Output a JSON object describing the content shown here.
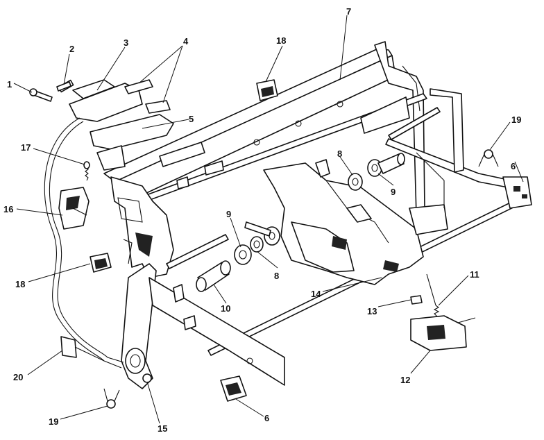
{
  "callouts": [
    {
      "id": "c1",
      "text": "1"
    },
    {
      "id": "c2",
      "text": "2"
    },
    {
      "id": "c3",
      "text": "3"
    },
    {
      "id": "c4",
      "text": "4"
    },
    {
      "id": "c5",
      "text": "5"
    },
    {
      "id": "c6a",
      "text": "6"
    },
    {
      "id": "c6b",
      "text": "6"
    },
    {
      "id": "c7",
      "text": "7"
    },
    {
      "id": "c8a",
      "text": "8"
    },
    {
      "id": "c8b",
      "text": "8"
    },
    {
      "id": "c9a",
      "text": "9"
    },
    {
      "id": "c9b",
      "text": "9"
    },
    {
      "id": "c10",
      "text": "10"
    },
    {
      "id": "c11",
      "text": "11"
    },
    {
      "id": "c12",
      "text": "12"
    },
    {
      "id": "c13",
      "text": "13"
    },
    {
      "id": "c14",
      "text": "14"
    },
    {
      "id": "c15",
      "text": "15"
    },
    {
      "id": "c16",
      "text": "16"
    },
    {
      "id": "c17",
      "text": "17"
    },
    {
      "id": "c18a",
      "text": "18"
    },
    {
      "id": "c18b",
      "text": "18"
    },
    {
      "id": "c19a",
      "text": "19"
    },
    {
      "id": "c19b",
      "text": "19"
    },
    {
      "id": "c20",
      "text": "20"
    }
  ]
}
